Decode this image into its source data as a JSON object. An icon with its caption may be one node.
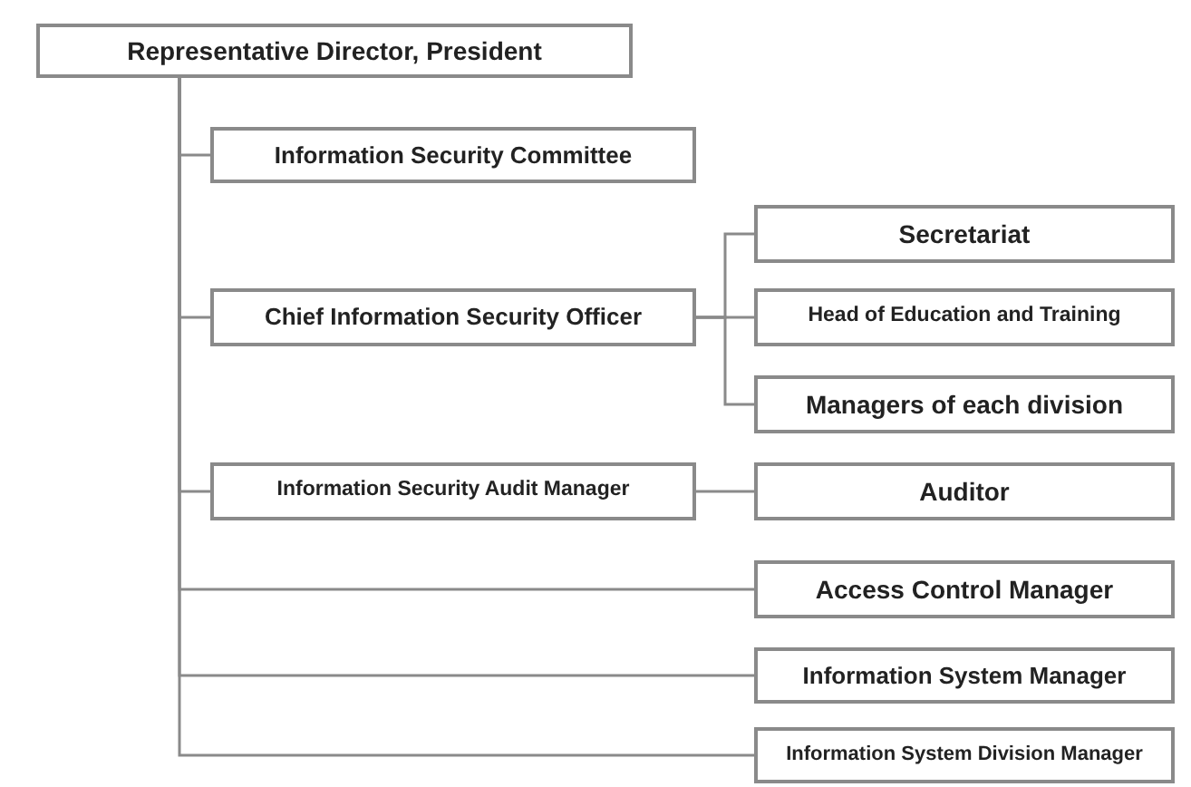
{
  "diagram": {
    "nodes": [
      {
        "text": [
          "Representative Director, President"
        ]
      },
      {
        "text": [
          "Information Security Committee"
        ]
      },
      {
        "text": [
          "Chief Information Security Officer"
        ]
      },
      {
        "text": [
          "Secretariat"
        ]
      },
      {
        "text": [
          "Head of Education and Training"
        ]
      },
      {
        "text": [
          "Managers of each division"
        ]
      },
      {
        "text": [
          "Information Security Audit Manager"
        ]
      },
      {
        "text": [
          "Auditor"
        ]
      },
      {
        "text": [
          "Access Control Manager"
        ]
      },
      {
        "text": [
          "Information System Manager"
        ]
      },
      {
        "text": [
          "Information System Division Manager"
        ]
      }
    ],
    "edges": [
      {
        "from": 0,
        "to": 1,
        "arrow": "none"
      },
      {
        "from": 0,
        "to": 2,
        "arrow": "none"
      },
      {
        "from": 2,
        "to": 3,
        "arrow": "none"
      },
      {
        "from": 2,
        "to": 4,
        "arrow": "none"
      },
      {
        "from": 2,
        "to": 5,
        "arrow": "none"
      },
      {
        "from": 0,
        "to": 6,
        "arrow": "none"
      },
      {
        "from": 6,
        "to": 7,
        "arrow": "none"
      },
      {
        "from": 0,
        "to": 8,
        "arrow": "none"
      },
      {
        "from": 0,
        "to": 9,
        "arrow": "none"
      },
      {
        "from": 0,
        "to": 10,
        "arrow": "none"
      }
    ]
  }
}
